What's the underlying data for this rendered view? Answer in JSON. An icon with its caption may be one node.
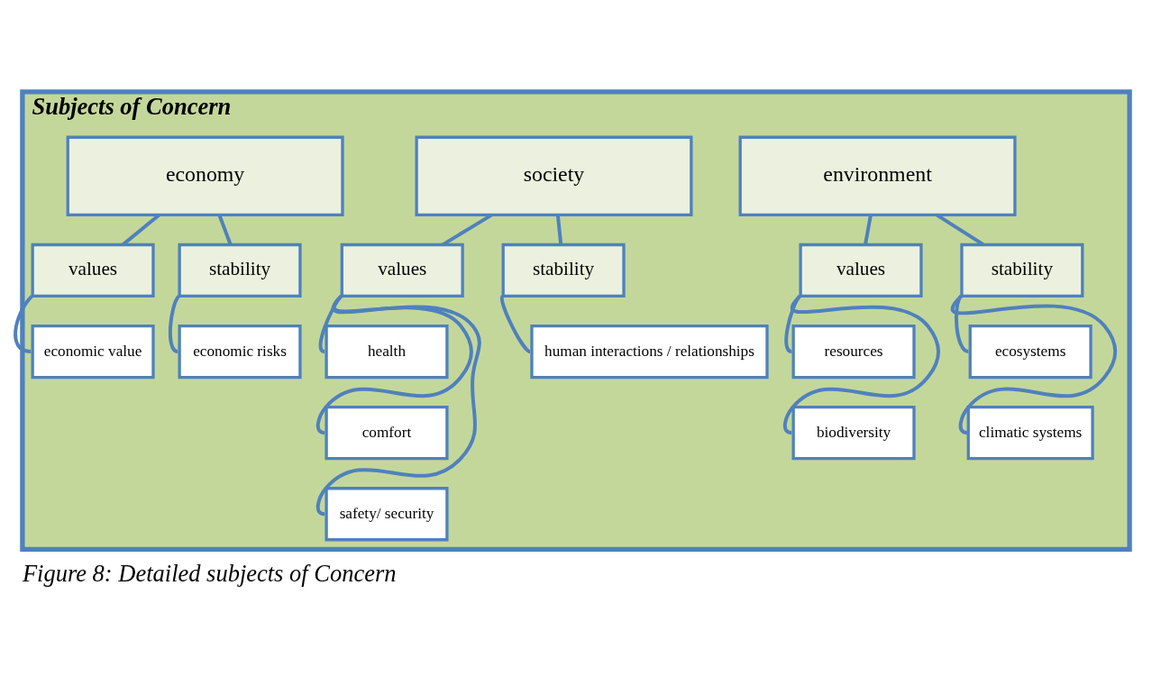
{
  "diagram": {
    "caption": "Figure 8: Detailed subjects of Concern",
    "nodes": [
      {
        "text": [
          "Subjects of Concern"
        ]
      },
      {
        "text": [
          "environment"
        ],
        "in": 0
      },
      {
        "text": [
          "values"
        ],
        "in": 0
      },
      {
        "text": [
          "stability"
        ],
        "in": 0
      },
      {
        "text": [
          "resources"
        ],
        "in": 0
      },
      {
        "text": [
          "biodiversity"
        ],
        "in": 0
      },
      {
        "text": [
          "ecosystems"
        ],
        "in": 0
      },
      {
        "text": [
          "climatic systems"
        ],
        "in": 0
      },
      {
        "text": [
          "society"
        ],
        "in": 0
      },
      {
        "text": [
          "values"
        ],
        "in": 0
      },
      {
        "text": [
          "stability"
        ],
        "in": 0
      },
      {
        "text": [
          "health"
        ],
        "in": 0
      },
      {
        "text": [
          "comfort"
        ],
        "in": 0
      },
      {
        "text": [
          "safety/ security"
        ],
        "in": 0
      },
      {
        "text": [
          "human interactions / relationships"
        ],
        "in": 0
      },
      {
        "text": [
          "economy"
        ],
        "in": 0
      },
      {
        "text": [
          "values"
        ],
        "in": 0
      },
      {
        "text": [
          "stability"
        ],
        "in": 0
      },
      {
        "text": [
          "economic value"
        ],
        "in": 0
      },
      {
        "text": [
          "economic risks"
        ],
        "in": 0
      }
    ],
    "edges": [
      {
        "from": 1,
        "to": 2,
        "arrow": "none"
      },
      {
        "from": 1,
        "to": 3,
        "arrow": "none"
      },
      {
        "from": 2,
        "to": 4,
        "arrow": "none"
      },
      {
        "from": 2,
        "to": 5,
        "arrow": "none"
      },
      {
        "from": 3,
        "to": 6,
        "arrow": "none"
      },
      {
        "from": 3,
        "to": 7,
        "arrow": "none"
      },
      {
        "from": 8,
        "to": 9,
        "arrow": "none"
      },
      {
        "from": 8,
        "to": 10,
        "arrow": "none"
      },
      {
        "from": 9,
        "to": 11,
        "arrow": "none"
      },
      {
        "from": 9,
        "to": 12,
        "arrow": "none"
      },
      {
        "from": 9,
        "to": 13,
        "arrow": "none"
      },
      {
        "from": 10,
        "to": 14,
        "arrow": "none"
      },
      {
        "from": 15,
        "to": 16,
        "arrow": "none"
      },
      {
        "from": 15,
        "to": 17,
        "arrow": "none"
      },
      {
        "from": 16,
        "to": 18,
        "arrow": "none"
      },
      {
        "from": 17,
        "to": 19,
        "arrow": "none"
      }
    ]
  }
}
